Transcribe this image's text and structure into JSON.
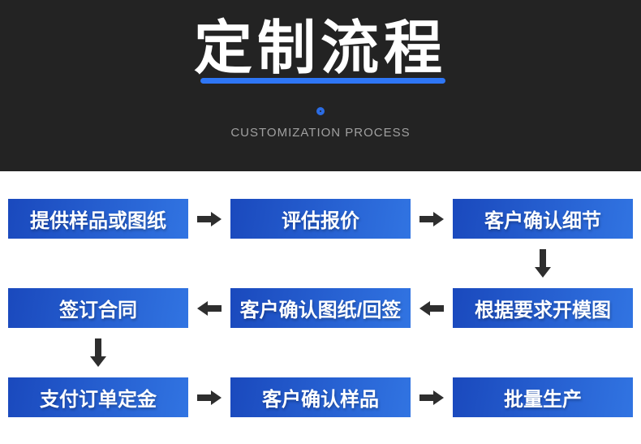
{
  "header": {
    "title": "定制流程",
    "subtitle": "CUSTOMIZATION PROCESS"
  },
  "flow": {
    "rows": [
      {
        "screen_order": "left-to-right",
        "arrow_direction": "right",
        "steps": [
          "提供样品或图纸",
          "评估报价",
          "客户确认细节"
        ]
      },
      {
        "screen_order": "left-to-right",
        "arrow_direction": "left",
        "steps": [
          "签订合同",
          "客户确认图纸/回签",
          "根据要求开模图"
        ]
      },
      {
        "screen_order": "left-to-right",
        "arrow_direction": "right",
        "steps": [
          "支付订单定金",
          "客户确认样品",
          "批量生产"
        ]
      }
    ],
    "connectors": [
      "row1-step1 -> row1-step2",
      "row1-step2 -> row1-step3",
      "row1-step3 -> row2-step3 (down)",
      "row2-step3 -> row2-step2",
      "row2-step2 -> row2-step1",
      "row2-step1 -> row3-step1 (down)",
      "row3-step1 -> row3-step2",
      "row3-step2 -> row3-step3"
    ]
  },
  "colors": {
    "header-bg": "#232323",
    "accent": "#2e76f5",
    "ring": "#2b6ce4",
    "subtitle": "#a0a0a0",
    "box-grad-a": "#1a49bd",
    "box-grad-b": "#3174e2",
    "arrow": "#2e2e2e"
  }
}
